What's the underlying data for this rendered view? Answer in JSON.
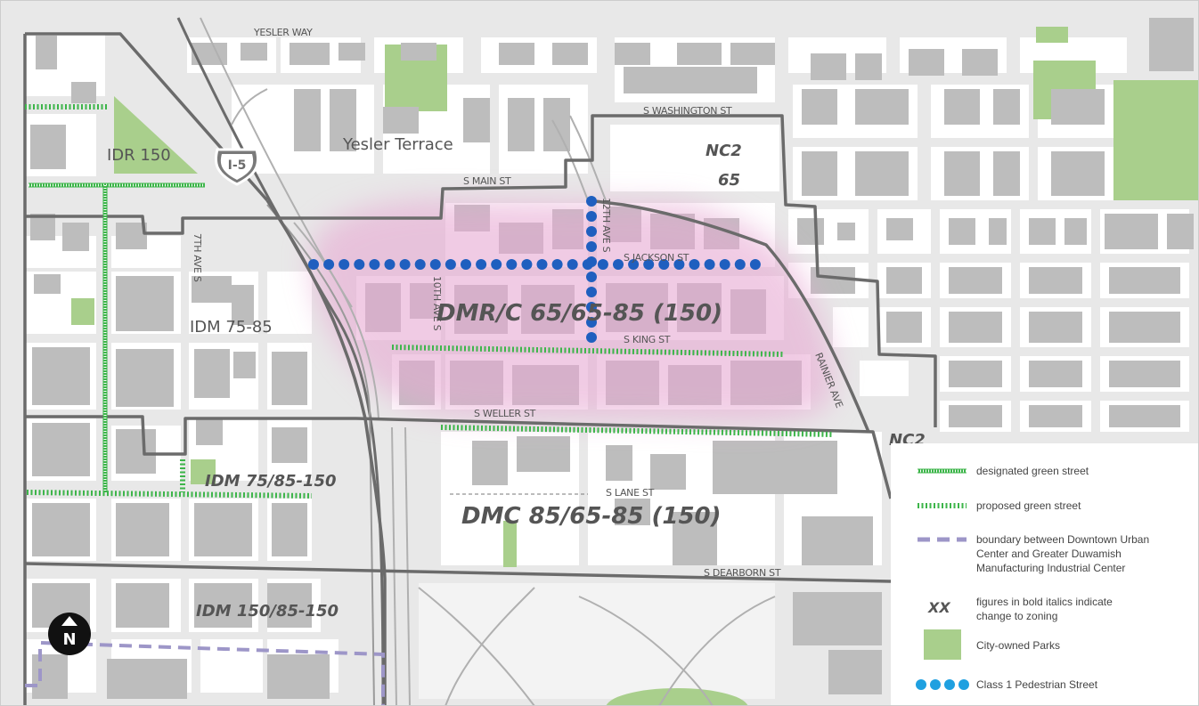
{
  "streets": {
    "yesler_way": "YESLER WAY",
    "washington": "S WASHINGTON ST",
    "main": "S MAIN ST",
    "jackson": "S JACKSON ST",
    "king": "S KING ST",
    "weller": "S WELLER ST",
    "lane": "S LANE ST",
    "dearborn": "S DEARBORN ST",
    "seventh": "7TH AVE S",
    "tenth": "10TH AVE S",
    "twelfth": "12TH AVE S",
    "rainier": "RAINIER AVE"
  },
  "neighborhood": "Yesler Terrace",
  "highway_shield": "I-5",
  "zones": {
    "idr": "IDR 150",
    "nc2_top_name": "NC2",
    "nc2_top_height": "65",
    "idm_a": "IDM 75-85",
    "dmrc": "DMR/C 65/65-85 (150)",
    "idm_b": "IDM 75/85-150",
    "dmc": "DMC 85/65-85 (150)",
    "idm_c": "IDM 150/85-150",
    "nc2_bottom": "NC2"
  },
  "north_arrow": "N",
  "legend": {
    "designated": "designated green street",
    "proposed": "proposed green street",
    "boundary_1": "boundary between Downtown Urban",
    "boundary_2": "Center and Greater Duwamish",
    "boundary_3": "Manufacturing Industrial Center",
    "xx_symbol": "XX",
    "xx_1": "figures in bold italics indicate",
    "xx_2": "change to zoning",
    "parks": "City-owned Parks",
    "pedestrian": "Class 1 Pedestrian Street"
  },
  "colors": {
    "building": "#bdbdbd",
    "street_fill": "#ececec",
    "park": "#a9cf8c",
    "zone_line": "#6b6b6b",
    "highlight": "#e7a9d3",
    "green_street": "#3db54a",
    "pedestrian_dot": "#1f5fbf",
    "boundary": "#9d96c8"
  }
}
